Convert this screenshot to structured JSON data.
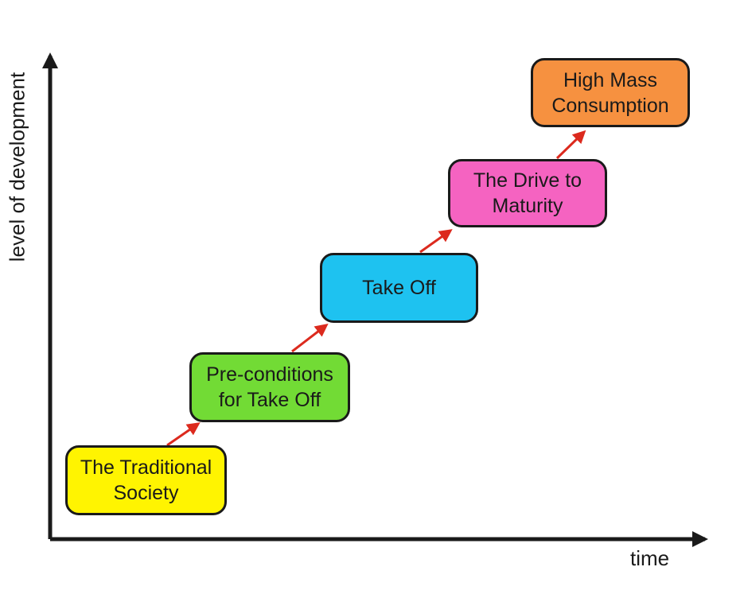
{
  "axes": {
    "y_label": "level of development",
    "x_label": "time",
    "color": "#1a1a1a"
  },
  "flow": {
    "arrow_color": "#dc2a1e"
  },
  "box_border_color": "#1a1a1a",
  "stages": [
    {
      "label": "The Traditional Society",
      "fill": "#fff401"
    },
    {
      "label": "Pre-conditions for Take Off",
      "fill": "#72db35"
    },
    {
      "label": "Take Off",
      "fill": "#1ec2f0"
    },
    {
      "label": "The Drive to Maturity",
      "fill": "#f563c1"
    },
    {
      "label": "High Mass Consumption",
      "fill": "#f69140"
    }
  ]
}
